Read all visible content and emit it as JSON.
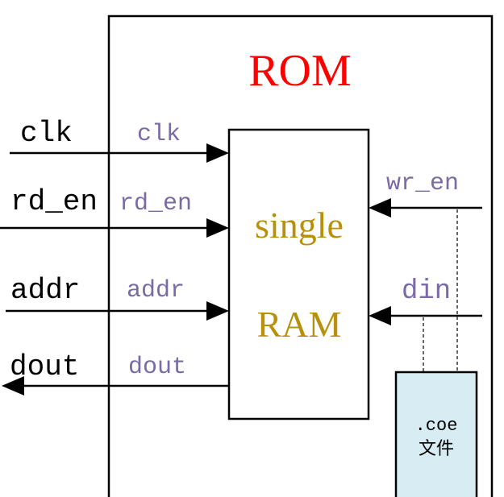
{
  "title": "ROM",
  "ram_block": {
    "line1": "single",
    "line2": "RAM"
  },
  "external_ports": {
    "clk": "clk",
    "rd_en": "rd_en",
    "addr": "addr",
    "dout": "dout"
  },
  "internal_ports": {
    "clk": "clk",
    "rd_en": "rd_en",
    "addr": "addr",
    "dout": "dout",
    "wr_en": "wr_en",
    "din": "din"
  },
  "coe_file": {
    "ext": ".coe",
    "label": "文件"
  },
  "colors": {
    "title": "#ff0000",
    "ram_text": "#b8900a",
    "internal_label": "#7a6aa6",
    "line": "#000000",
    "dashed": "#666666",
    "coe_fill": "#d8ecf3"
  }
}
